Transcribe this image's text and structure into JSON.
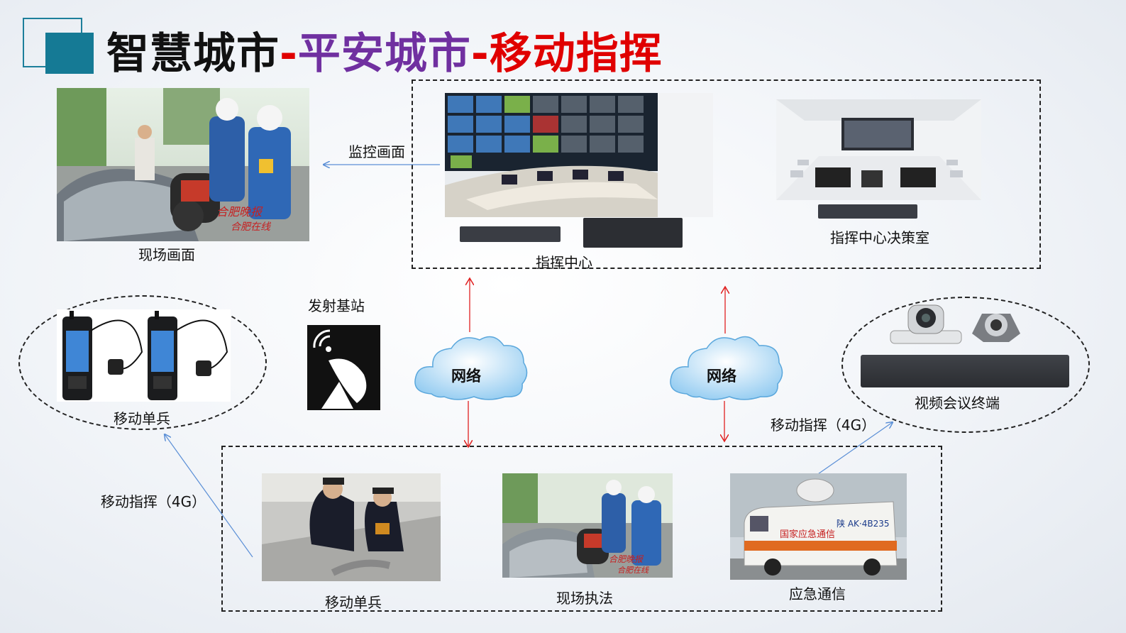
{
  "title": {
    "part1": "智慧城市",
    "sep1": "-",
    "part2": "平安城市",
    "sep2": "-",
    "part3": "移动指挥"
  },
  "top_left": {
    "caption": "现场画面",
    "monitor_label": "监控画面"
  },
  "command_box": {
    "center_caption": "指挥中心",
    "decision_caption": "指挥中心决策室"
  },
  "left_group": {
    "caption": "移动单兵",
    "link_label": "移动指挥（4G）"
  },
  "base_station": {
    "caption": "发射基站"
  },
  "networks": [
    {
      "label": "网络"
    },
    {
      "label": "网络"
    }
  ],
  "video_conf": {
    "caption": "视频会议终端",
    "link_label": "移动指挥（4G）"
  },
  "field_box": {
    "items": [
      {
        "caption": "移动单兵"
      },
      {
        "caption": "现场执法"
      },
      {
        "caption": "应急通信"
      }
    ]
  },
  "colors": {
    "title_dark": "#111111",
    "title_purple": "#7030a0",
    "title_red": "#e00000",
    "accent_teal": "#157a95",
    "arrow_red": "#e02020",
    "arrow_blue": "#5b8fd6",
    "cloud_blue": "#8cc8f0"
  }
}
